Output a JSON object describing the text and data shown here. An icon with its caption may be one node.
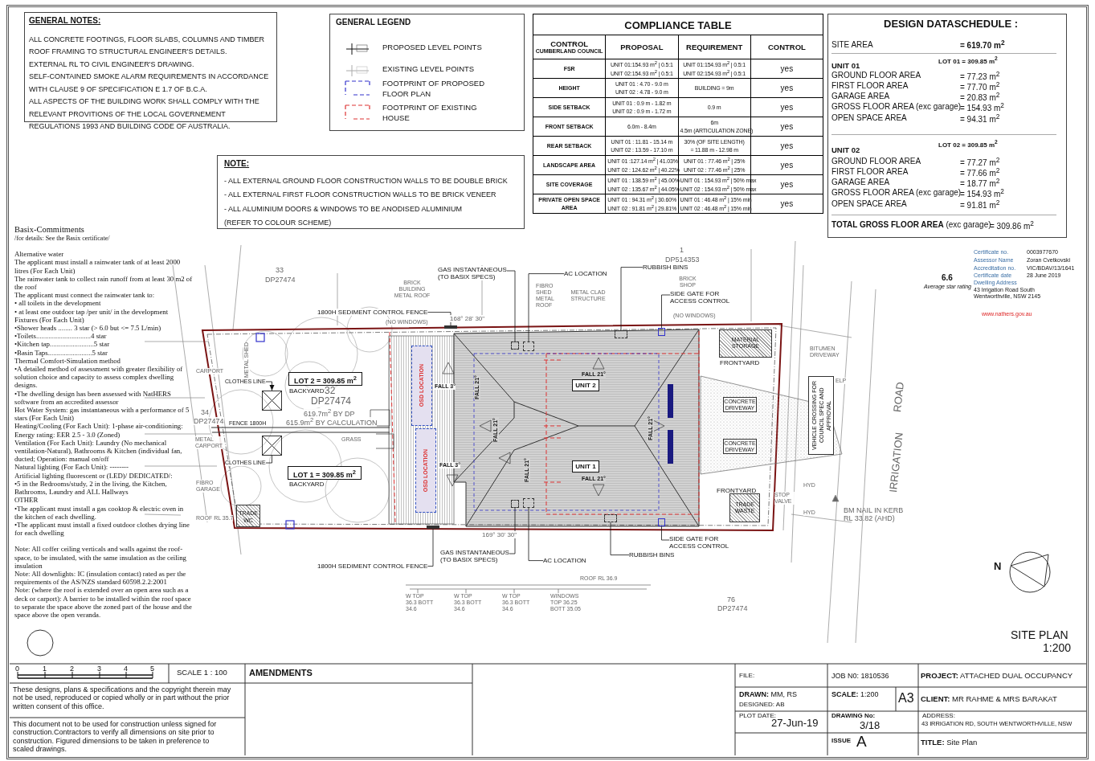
{
  "diagram": {
    "nodes": [
      {
        "text": [
          "GENERAL NOTES:",
          "ALL CONCRETE FOOTINGS, FLOOR SLABS, COLUMNS AND TIMBER ROOF FRAMING TO STRUCTURAL ENGINEER'S DETAILS.",
          "EXTERNAL RL TO CIVIL ENGINEER'S DRAWING.",
          "SELF-CONTAINED SMOKE ALARM REQUIREMENTS IN ACCORDANCE WITH CLAUSE 9 OF SPECIFICATION E 1.7 OF B.C.A.",
          "ALL ASPECTS OF THE BUILDING WORK SHALL COMPLY WITH THE RELEVANT PROVITIONS OF THE LOCAL GOVERNEMENT REGULATIONS 1993 AND BUILDING CODE OF AUSTRALIA."
        ]
      },
      {
        "text": [
          "NOTE:",
          "- ALL EXTERNAL GROUND FLOOR CONSTRUCTION WALLS TO BE DOUBLE BRICK",
          "- ALL EXTERNAL FIRST FLOOR CONSTRUCTION WALLS TO BE BRICK VENEER",
          "- ALL ALUMINIUM DOORS & WINDOWS TO BE ANODISED ALUMINIUM",
          "(REFER TO COLOUR SCHEME)"
        ]
      },
      {
        "text": [
          "LOT 2 = 309.85 m$^{2}$"
        ]
      },
      {
        "text": [
          "LOT 1 = 309.85 m$^{2}$"
        ]
      },
      {
        "text": [
          "OSD LOCATION"
        ]
      },
      {
        "text": [
          "OSD LOCATION"
        ]
      },
      {
        "text": [
          "UNIT 2"
        ]
      },
      {
        "text": [
          "UNIT 1"
        ]
      },
      {
        "text": [
          "MATERIAL STORAGE"
        ]
      },
      {
        "text": [
          "CONCRETE DRIVEWAY"
        ]
      },
      {
        "text": [
          "CONCRETE DRIVEWAY"
        ]
      },
      {
        "text": [
          "TRADE WASTE"
        ]
      },
      {
        "text": [
          "TRADE WC"
        ]
      },
      {
        "text": [
          "VEHICLE CROSSING FOR COUNCIL SPEC AND APPROVAL"
        ]
      },
      {
        "text": [
          "1800H SEDIMENT CONTROL FENCE"
        ]
      },
      {
        "text": [
          "GAS INSTANTANEOUS (TO BASIX SPECS)"
        ]
      },
      {
        "text": [
          "AC LOCATION"
        ]
      },
      {
        "text": [
          "RUBBISH BINS"
        ]
      },
      {
        "text": [
          "SIDE GATE FOR ACCESS CONTROL"
        ]
      },
      {
        "text": [
          "CLOTHES LINE"
        ]
      },
      {
        "text": [
          "CLOTHES LINE"
        ]
      },
      {
        "text": [
          "GAS INSTANTANEOUS (TO BASIX SPECS)"
        ]
      },
      {
        "text": [
          "AC LOCATION"
        ]
      },
      {
        "text": [
          "RUBBISH BINS"
        ]
      },
      {
        "text": [
          "SIDE GATE FOR ACCESS CONTROL"
        ]
      },
      {
        "text": [
          "1800H SEDIMENT CONTROL FENCE"
        ]
      },
      {
        "text": [],
        "shape": "bar"
      },
      {
        "text": [],
        "shape": "box"
      },
      {
        "text": [],
        "shape": "box"
      },
      {
        "text": [],
        "shape": "box"
      },
      {
        "text": [],
        "shape": "box"
      },
      {
        "text": [],
        "shape": "box"
      },
      {
        "text": [],
        "shape": "box"
      },
      {
        "text": [],
        "shape": "box"
      },
      {
        "text": [],
        "shape": "box"
      },
      {
        "text": [],
        "shape": "box"
      },
      {
        "text": [],
        "shape": "box"
      },
      {
        "text": [],
        "shape": "bar"
      }
    ],
    "edges": [
      {
        "from": 14,
        "to": 26,
        "arrow": "none"
      },
      {
        "from": 15,
        "to": 27,
        "arrow": "none"
      },
      {
        "from": 16,
        "to": 28,
        "arrow": "none"
      },
      {
        "from": 17,
        "to": 29,
        "arrow": "none"
      },
      {
        "from": 18,
        "to": 30,
        "arrow": "none"
      },
      {
        "from": 19,
        "to": 31,
        "arrow": "to"
      },
      {
        "from": 20,
        "to": 32,
        "arrow": "none"
      },
      {
        "from": 21,
        "to": 33,
        "arrow": "none"
      },
      {
        "from": 22,
        "to": 34,
        "arrow": "none"
      },
      {
        "from": 23,
        "to": 35,
        "arrow": "none"
      },
      {
        "from": 24,
        "to": 36,
        "arrow": "none"
      },
      {
        "from": 25,
        "to": 37,
        "arrow": "none"
      }
    ],
    "labels": [
      "GENERAL LEGEND",
      "COMPLIANCE TABLE",
      "CONTROL",
      "CUMBERLAND COUNCIL",
      "PROPOSAL",
      "REQUIREMENT",
      "CONTROL",
      "FSR",
      "UNIT 01:154.93 m$^{2}$ | 0.5:1",
      "UNIT 02:154.93 m$^{2}$ | 0.5:1",
      "UNIT 01:154.93 m$^{2}$ | 0.5:1",
      "UNIT 02:154.93 m$^{2}$ | 0.5:1",
      "yes",
      "HEIGHT",
      "UNIT 01 : 4.70 - 9.0 m",
      "UNIT 02 : 4.78 - 9.0 m",
      "BUILDING = 9m",
      "yes",
      "SIDE SETBACK",
      "UNIT 01 : 0.9 m - 1.82 m",
      "UNIT 02 : 0.9 m - 1.72 m",
      "0.9 m",
      "yes",
      "FRONT SETBACK",
      "6.0m - 8.4m",
      "6m",
      "4.5m (ARTICULATION ZONE)",
      "yes",
      "REAR SETBACK",
      "UNIT 01 : 11.81 - 15.14 m",
      "UNIT 02 : 13.59 - 17.10 m",
      "30% (OF SITE LENGTH)",
      "= 11.88 m - 12.98 m",
      "yes",
      "LANDSCAPE AREA",
      "UNIT 01 :127.14 m$^{2}$ | 41.03%",
      "UNIT 02 : 124.62 m$^{2}$ | 40.22%",
      "UNIT 01 : 77.46 m$^{2}$ | 25%",
      "UNIT 02 : 77.46 m$^{2}$ | 25%",
      "yes",
      "SITE COVERAGE",
      "UNIT 01 : 138.59 m$^{2}$ | 45.00%",
      "UNIT 02 : 135.67 m$^{2}$ | 44.05%",
      "UNIT 01 : 154.93 m$^{2}$ | 50% max",
      "UNIT 02 : 154.93 m$^{2}$ | 50% max",
      "yes",
      "PRIVATE OPEN SPACE AREA",
      "UNIT 01 : 94.31 m$^{2}$ | 30.60%",
      "UNIT 02 : 91.81 m$^{2}$ | 29.81%",
      "UNIT 01 : 46.48 m$^{2}$ | 15% min",
      "UNIT 02 : 46.48 m$^{2}$ | 15% min",
      "yes",
      "DESIGN DATASCHEDULE :",
      "SITE AREA",
      "= 619.70 m$^{2}$",
      "LOT 01 = 309.85 m$^{2}$",
      "UNIT 01",
      "GROUND FLOOR AREA",
      "= 77.23 m$^{2}$",
      "FIRST FLOOR AREA",
      "= 77.70 m$^{2}$",
      "GARAGE AREA",
      "= 20.83 m$^{2}$",
      "GROSS FLOOR AREA (exc garage)",
      "= 154.93 m$^{2}$",
      "OPEN SPACE AREA",
      "= 94.31 m$^{2}$",
      "LOT 02 = 309.85 m$^{2}$",
      "UNIT 02",
      "GROUND FLOOR AREA",
      "= 77.27 m$^{2}$",
      "FIRST FLOOR AREA",
      "= 77.66 m$^{2}$",
      "GARAGE AREA",
      "= 18.77 m$^{2}$",
      "GROSS FLOOR AREA (exc garage)",
      "= 154.93 m$^{2}$",
      "OPEN SPACE AREA",
      "= 91.81 m$^{2}$",
      "**TOTAL GROSS FLOOR AREA** (exc garage)",
      "= 309.86 m$^{2}$",
      "Basix-Commitments",
      "/for details: See the Basix certificate/",
      "Alternative water",
      "The applicant must install a rainwater tank of at least 2000 litres (For Each Unit)",
      "The rainwater tank to collect rain runoff from at least 30 m2 of the roof",
      "The applicant must connect the rainwater tank to:",
      "• all toilets in the development",
      "• at least one outdoor tap /per unit/ in the development",
      "Fixtures (For Each Unit)",
      "•Shower heads ........ 3 star (> 6.0 but <= 7.5 L/min)",
      "•Toilets...............................4 star",
      "•Kitchen tap.........................5 star",
      "•Basin Taps.........................5 star",
      "Thermal Comfort-Simulation method",
      "•A detailed method of assessment with greater flexibility of solution choice and capacity to assess complex dwelling designs.",
      "•The dwelling design has been assessed with NatHERS software from an accredited assessor",
      "Hot Water System: gas instantaneous with a performance of 5 stars (For Each Unit)",
      "Heating/Cooling (For Each Unit): 1-phase air-conditioning: Energy rating: EER 2.5 - 3.0 (Zoned)",
      "Ventilation (For Each Unit): Laundry (No mechanical ventilation-Natural), Bathrooms & Kitchen (individual fan, ducted; Operation: manual on/off",
      "Natural lighting (For Each Unit): --------",
      "Artificial lighting fluorescent or (LED)/ DEDICATED/:",
      "•5 in the Bedrooms/study, 2 in the living, the Kitchen, Bathrooms, Laundry and ALL Hallways",
      "OTHER",
      "•The applicant must install a gas cooktop & electric oven in the kitchen of each dwelling.",
      "•The applicant must install a fixed outdoor clothes drying line for each dwelling",
      "Note: All coffer ceiling verticals and walls against the roof-space, to be insulated, with the same insulation as the ceiling insulation",
      "Note: All downlights: IC (insulation contact) rated as per the requirements of the AS/NZS standard 60598.2.2:2001",
      "Note: (where the roof is extended over an open area such as a deck or carport): A barrier to be installed within the roof space to separate the space above the zoned part of the house and the space above the open veranda.",
      "6.6",
      "Average star rating",
      "Certificate no.",
      "0003977670",
      "Assessor Name",
      "Zoran Cvetkovski",
      "Accreditation no.",
      "VIC/BDAV/13/1641",
      "Certificate date",
      "28 June 2019",
      "Dwelling Address",
      "43 Irrigation Road South Wentworthville, NSW 2145",
      "www.nathers.gov.au",
      "33",
      "DP27474",
      "1",
      "DP514353",
      "BRICK BUILDING METAL ROOF",
      "FIBRO SHED METAL ROOF",
      "METAL CLAD STRUCTURE",
      "BRICK SHOP",
      "CARPORT",
      "METAL SHED",
      "BACKYARD",
      "32",
      "DP27474",
      "619.7m$^{2}$ BY DP",
      "615.9m$^{2}$ BY CALCULATION",
      "BACKYARD",
      "FALL 3°",
      "FALL 3°",
      "FALL 21°",
      "FALL 21°",
      "FALL 21°",
      "FALL 21°",
      "FALL 21°",
      "FALL 21°",
      "FRONTYARD",
      "FRONTYARD",
      "34",
      "DP27474",
      "METAL CARPORT",
      "FIBRO GARAGE",
      "ROOF RL 35.7",
      "76",
      "DP27474",
      "BITUMEN DRIVEWAY",
      "ELP",
      "HYD",
      "HYD",
      "STOP VALVE",
      "BM NAIL IN KERB RL 33.82 (AHD)",
      "IRRIGATION",
      "ROAD",
      "(NO WINDOWS)",
      "168° 28' 30\"",
      "(NO WINDOWS)",
      "169° 30' 30\"",
      "FENCE 1800H",
      "GRASS",
      "N",
      "ROOF RL 36.9",
      "SITE PLAN",
      "1:200",
      "0",
      "1",
      "2",
      "3",
      "4",
      "5",
      "SCALE 1 : 100",
      "AMENDMENTS",
      "These designs, plans & specifications and the copyright therein may not be used, reproduced or copied wholly or in part without the prior written consent of this office.",
      "This document not to be used for construction unless signed for construction.Contractors to verify all dimensions on site prior to construction. Figured dimensions to be taken in preference to scaled drawings.",
      "FILE:",
      "JOB N0: 1810536",
      "**PROJECT:** ATTACHED DUAL OCCUPANCY",
      "**DRAWN:** MM, RS",
      "DESIGNED: AB",
      "**SCALE:** 1:200",
      "A3",
      "**CLIENT:** MR RAHME & MRS BARAKAT",
      "PLOT DATE:",
      "27-Jun-19",
      "DRAWING No:",
      "3/18",
      "ADDRESS:",
      "43 IRRIGATION RD, SOUTH WENTWORTHVILLE, NSW",
      "ISSUE",
      "A",
      "**TITLE:** Site Plan",
      "W TOP 36.3 BOTT 34.6",
      "W TOP 36.3 BOTT 34.6",
      "W TOP 36.3 BOTT 34.6",
      "WINDOWS TOP 36.25 BOTT 35.05"
    ],
    "legend": [
      {
        "text": "PROPOSED LEVEL POINTS"
      },
      {
        "text": "EXISTING LEVEL POINTS"
      },
      {
        "text": "FOOTPRINT OF PROPOSED FLOOR PLAN"
      },
      {
        "text": "FOOTPRINT OF EXISTING HOUSE"
      }
    ]
  }
}
